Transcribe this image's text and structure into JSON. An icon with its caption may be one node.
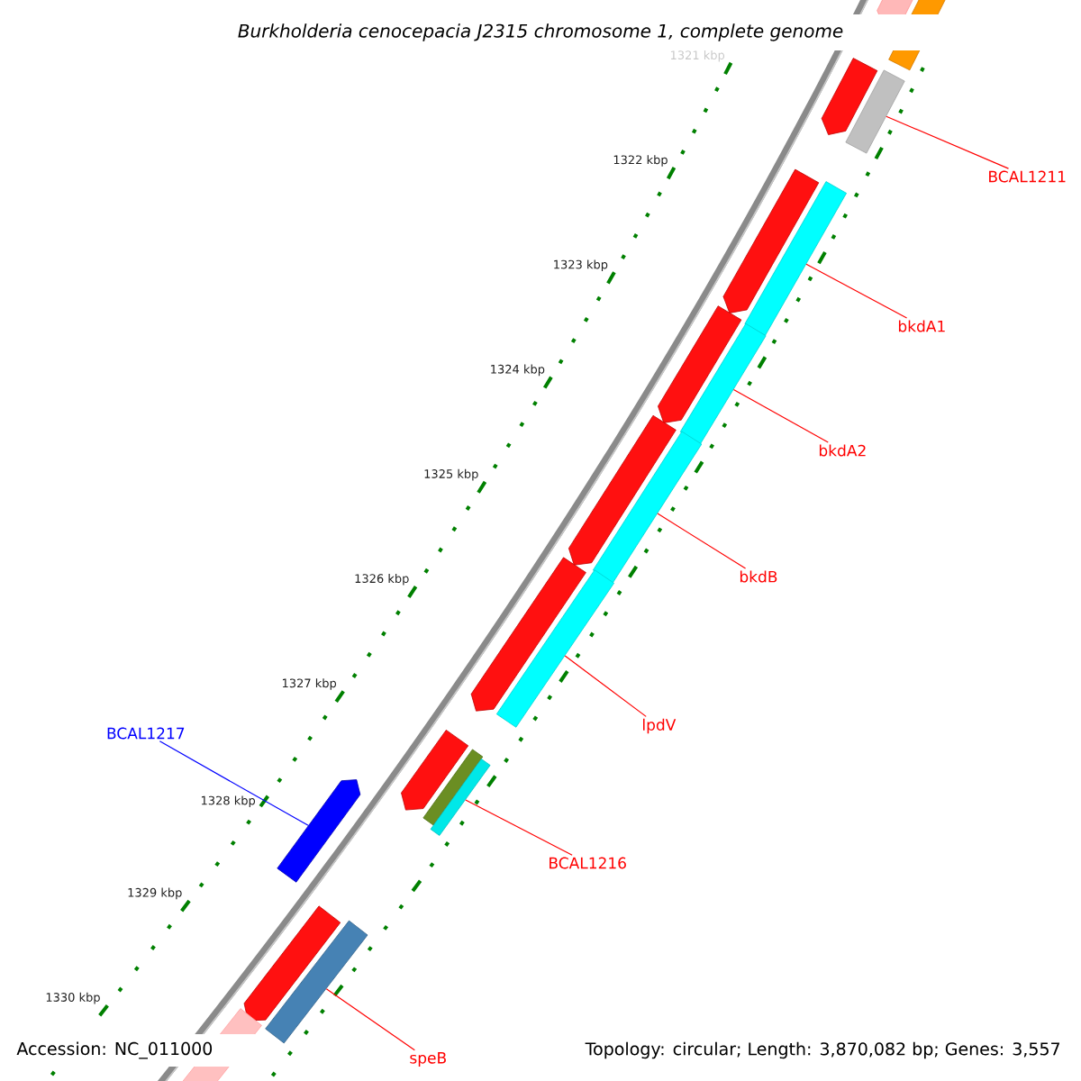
{
  "diagram": {
    "title": "Burkholderia cenocepacia J2315 chromosome 1, complete genome",
    "nodes": [
      {
        "text": [
          "BCAL1211"
        ]
      },
      {
        "text": [],
        "shape": "bar"
      },
      {
        "text": [
          "bkdA1"
        ]
      },
      {
        "text": [],
        "shape": "bar"
      },
      {
        "text": [
          "bkdA2"
        ]
      },
      {
        "text": [],
        "shape": "bar"
      },
      {
        "text": [
          "bkdB"
        ]
      },
      {
        "text": [],
        "shape": "bar"
      },
      {
        "text": [
          "lpdV"
        ]
      },
      {
        "text": [],
        "shape": "bar"
      },
      {
        "text": [
          "BCAL1217"
        ]
      },
      {
        "text": [],
        "shape": "arrow"
      },
      {
        "text": [
          "BCAL1216"
        ]
      },
      {
        "text": [],
        "shape": "bar"
      },
      {
        "text": [
          "speB"
        ]
      },
      {
        "text": [],
        "shape": "bar"
      }
    ],
    "edges": [
      {
        "from": 0,
        "to": 1,
        "arrow": "none"
      },
      {
        "from": 2,
        "to": 3,
        "arrow": "none"
      },
      {
        "from": 4,
        "to": 5,
        "arrow": "none"
      },
      {
        "from": 6,
        "to": 7,
        "arrow": "none"
      },
      {
        "from": 8,
        "to": 9,
        "arrow": "none"
      },
      {
        "from": 10,
        "to": 11,
        "arrow": "none",
        "color": "#0000ff"
      },
      {
        "from": 12,
        "to": 13,
        "arrow": "none"
      },
      {
        "from": 14,
        "to": 15,
        "arrow": "none"
      }
    ],
    "labels": [
      "1321 kbp",
      "1322 kbp",
      "1323 kbp",
      "1324 kbp",
      "1325 kbp",
      "1326 kbp",
      "1327 kbp",
      "1328 kbp",
      "1329 kbp",
      "1330 kbp",
      "Accession: NC_011000",
      "Topology: circular; Length: 3,870,082 bp; Genes: 3,557"
    ]
  }
}
